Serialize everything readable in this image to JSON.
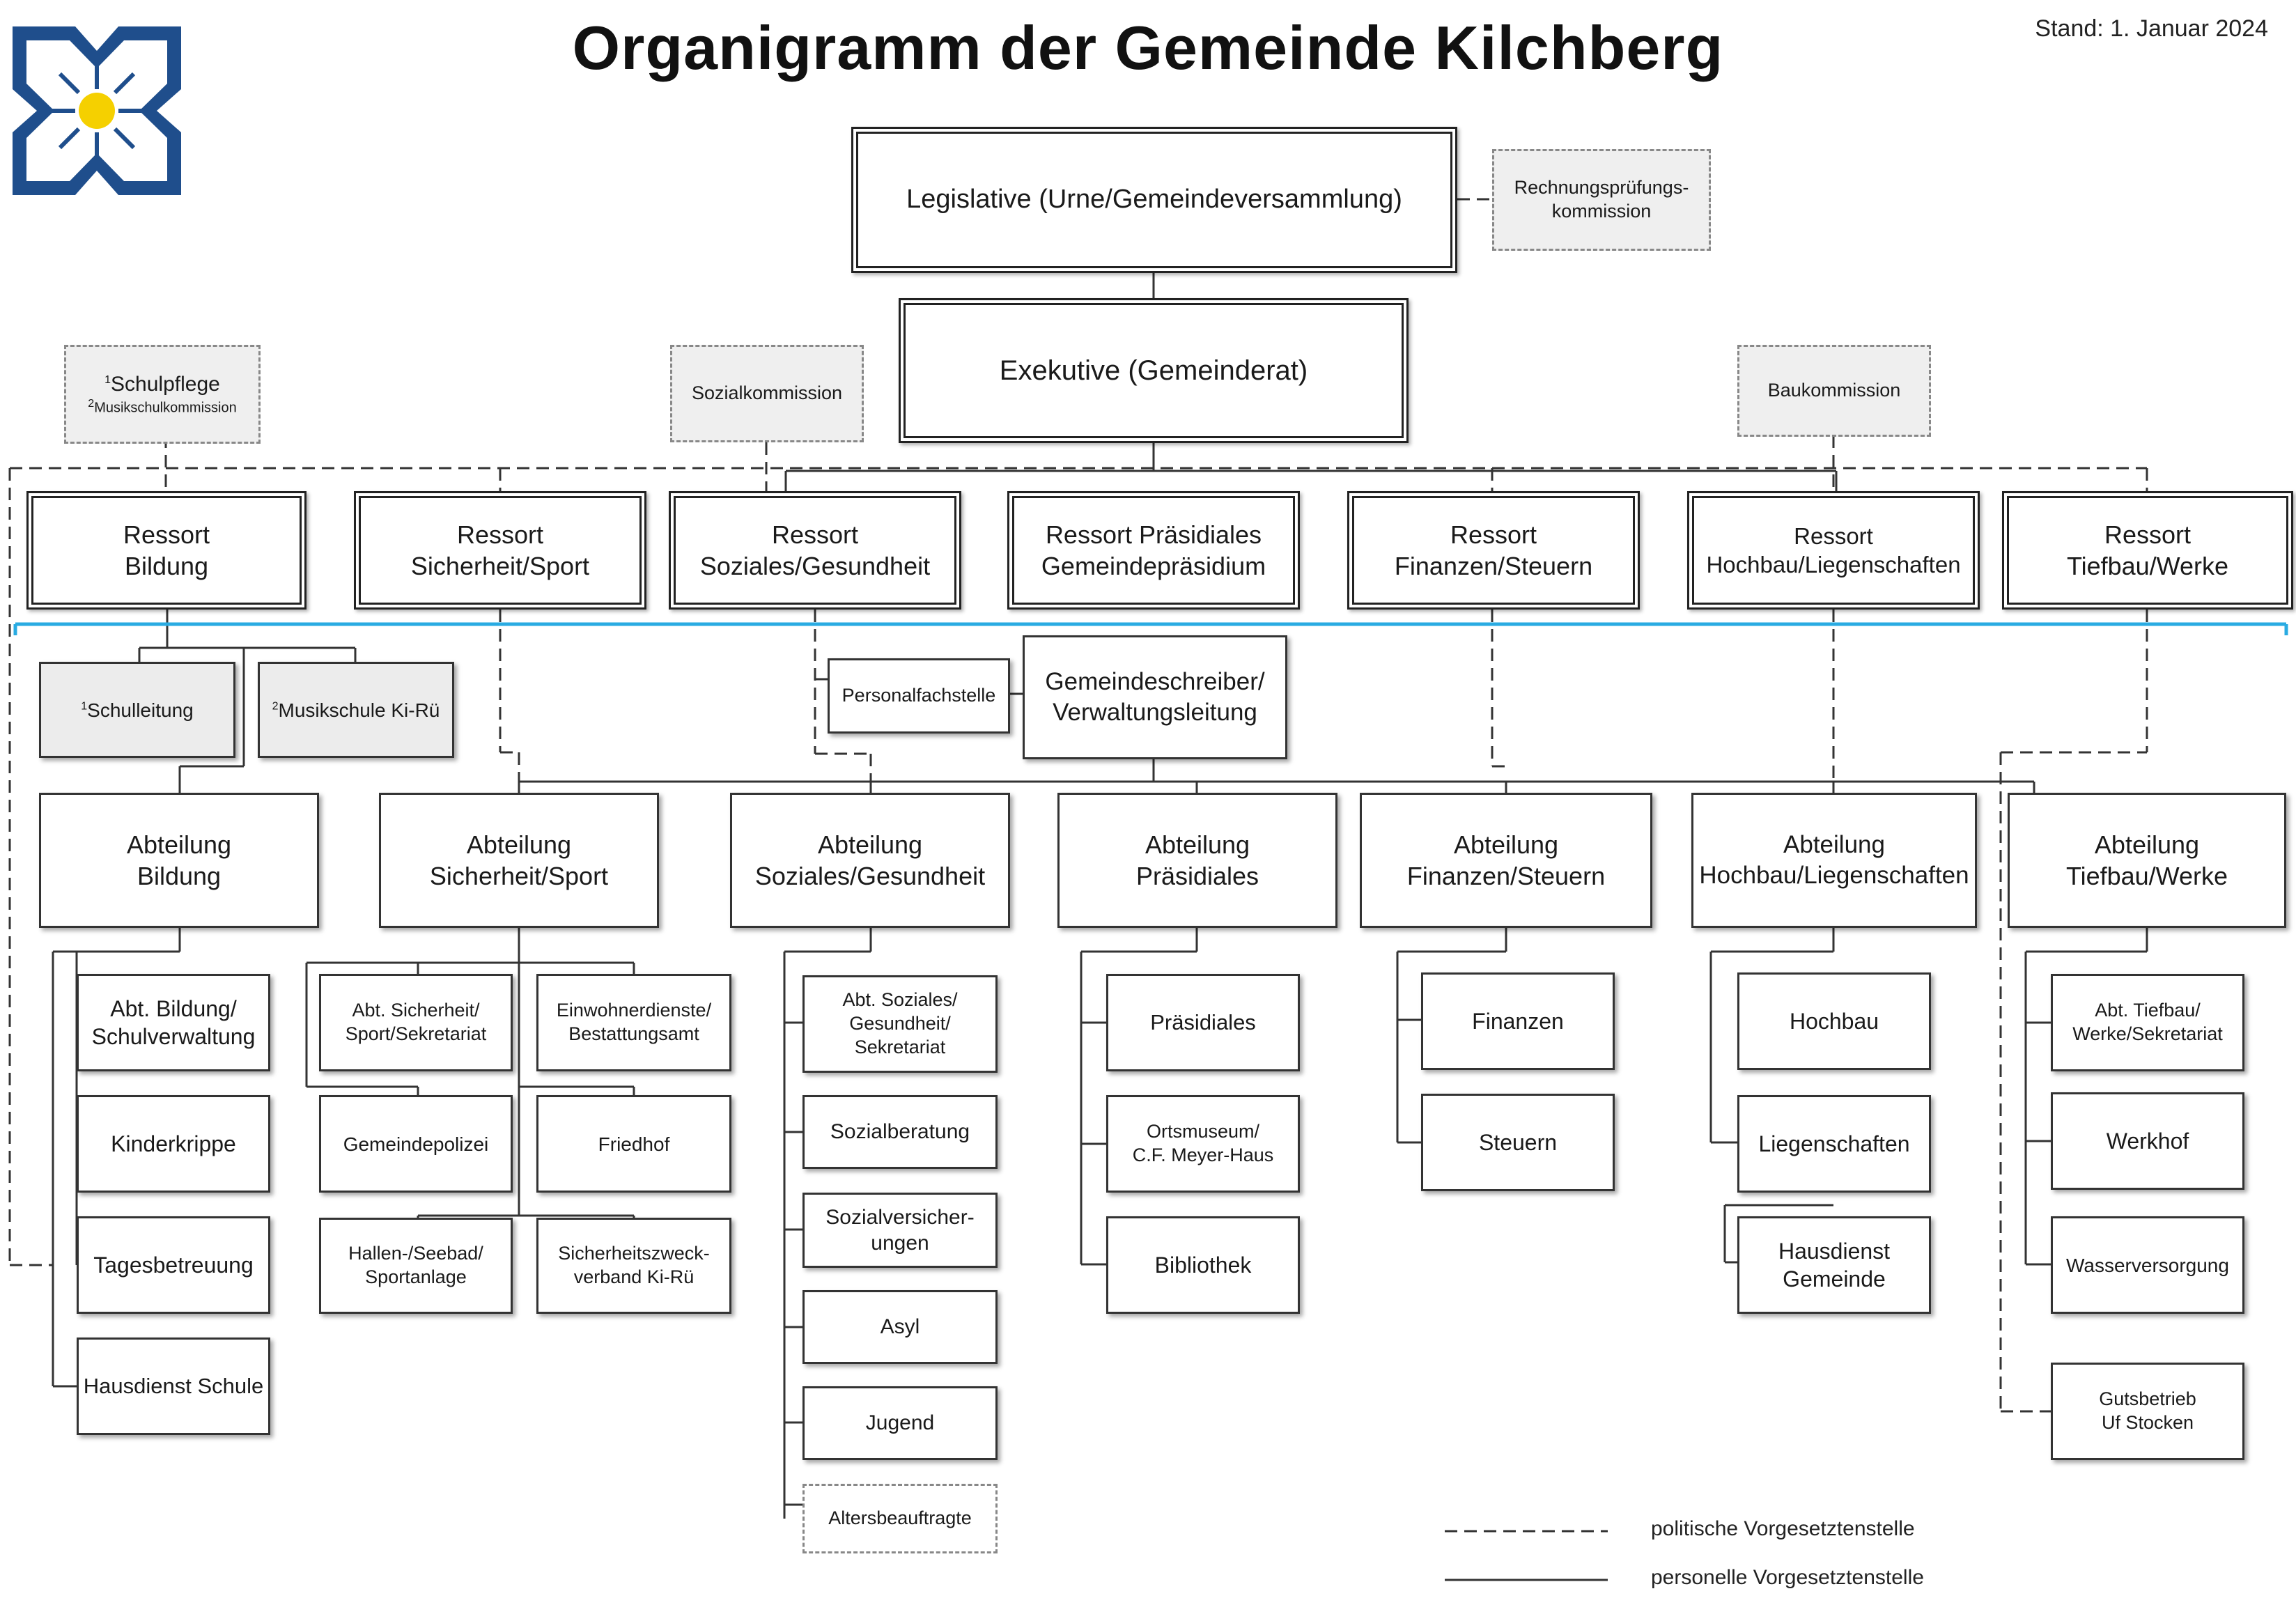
{
  "header": {
    "title": "Organigramm der Gemeinde Kilchberg",
    "stand": "Stand: 1. Januar 2024"
  },
  "colors": {
    "accent": "#29abe2",
    "logo_blue": "#1f4e8c",
    "logo_sun": "#f5d000"
  },
  "top": {
    "legislative": "Legislative (Urne/Gemeindeversammlung)",
    "rpk": "Rechnungsprüfungs-\nkommission",
    "exekutive": "Exekutive (Gemeinderat)"
  },
  "commissions": {
    "schulpflege": "Schulpflege",
    "musikschulkommission": "Musikschulkommission",
    "sozialkommission": "Sozialkommission",
    "baukommission": "Baukommission"
  },
  "ressorts": [
    "Ressort\nBildung",
    "Ressort\nSicherheit/Sport",
    "Ressort\nSoziales/Gesundheit",
    "Ressort Präsidiales\nGemeindepräsidium",
    "Ressort\nFinanzen/Steuern",
    "Ressort\nHochbau/Liegenschaften",
    "Ressort\nTiefbau/Werke"
  ],
  "staff": {
    "schulleitung": "Schulleitung",
    "musikschule": "Musikschule Ki-Rü",
    "personalfachstelle": "Personalfachstelle",
    "gemeindeschreiber": "Gemeindeschreiber/\nVerwaltungsleitung"
  },
  "abteilungen": [
    "Abteilung\nBildung",
    "Abteilung\nSicherheit/Sport",
    "Abteilung\nSoziales/Gesundheit",
    "Abteilung\nPräsidiales",
    "Abteilung\nFinanzen/Steuern",
    "Abteilung\nHochbau/Liegenschaften",
    "Abteilung\nTiefbau/Werke"
  ],
  "units": {
    "bildung": [
      "Abt. Bildung/\nSchulverwaltung",
      "Kinderkrippe",
      "Tagesbetreuung",
      "Hausdienst Schule"
    ],
    "sicherheit": [
      "Abt. Sicherheit/\nSport/Sekretariat",
      "Einwohnerdienste/\nBestattungsamt",
      "Gemeindepolizei",
      "Friedhof",
      "Hallen-/Seebad/\nSportanlage",
      "Sicherheitszweck-\nverband Ki-Rü"
    ],
    "soziales": [
      "Abt. Soziales/\nGesundheit/\nSekretariat",
      "Sozialberatung",
      "Sozialversicher-\nungen",
      "Asyl",
      "Jugend",
      "Altersbeauftragte"
    ],
    "praesidiales": [
      "Präsidiales",
      "Ortsmuseum/\nC.F. Meyer-Haus",
      "Bibliothek"
    ],
    "finanzen": [
      "Finanzen",
      "Steuern"
    ],
    "hochbau": [
      "Hochbau",
      "Liegenschaften",
      "Hausdienst\nGemeinde"
    ],
    "tiefbau": [
      "Abt. Tiefbau/\nWerke/Sekretariat",
      "Werkhof",
      "Wasserversorgung",
      "Gutsbetrieb\nUf Stocken"
    ]
  },
  "legend": {
    "political": "politische Vorgesetztenstelle",
    "personnel": "personelle Vorgesetztenstelle"
  }
}
